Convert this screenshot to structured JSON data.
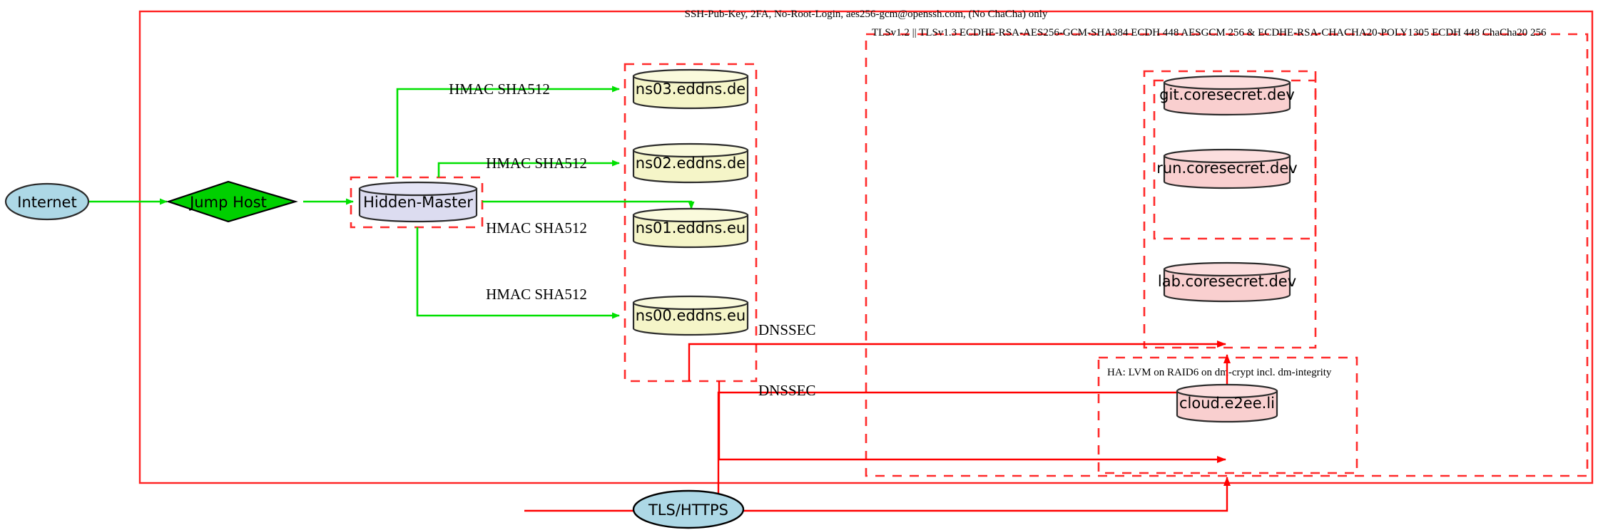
{
  "diagram": {
    "type": "network-security-architecture",
    "background": "#ffffff",
    "colors": {
      "boundary_red": "#ff2222",
      "ssh_edge_green": "#00e000",
      "tls_edge_red": "#ff0000",
      "dns_node_fill": "#f5f5c8",
      "web_node_fill": "#f9cfcf",
      "endpoint_fill": "#add8e6",
      "jumphost_fill": "#00d000"
    },
    "clusters": [
      {
        "id": "ssh-boundary",
        "label": "SSH-Pub-Key, 2FA, No-Root-Login, aes256-gcm@openssh.com, (No ChaCha) only",
        "style": "solid"
      },
      {
        "id": "tls-boundary",
        "label": "TLSv1.2 || TLSv1.3 ECDHE-RSA-AES256-GCM-SHA384 ECDH 448 AESGCM 256 & ECDHE-RSA-CHACHA20-POLY1305 ECDH 448 ChaCha20 256",
        "style": "dashed"
      },
      {
        "id": "ha-boundary",
        "label": "HA: LVM on RAID6 on dm-crypt incl. dm-integrity",
        "style": "dashed"
      },
      {
        "id": "hidden-master-group",
        "label": "",
        "style": "dashed"
      },
      {
        "id": "dns-slaves-group",
        "label": "",
        "style": "dashed"
      },
      {
        "id": "coresecret-group",
        "label": "",
        "style": "dashed"
      },
      {
        "id": "git-run-group",
        "label": "",
        "style": "dashed"
      }
    ],
    "nodes": [
      {
        "id": "internet",
        "label": "Internet",
        "shape": "ellipse",
        "fill": "#add8e6"
      },
      {
        "id": "jumphost",
        "label": "Jump Host",
        "shape": "diamond",
        "fill": "#00d000"
      },
      {
        "id": "hidden-master",
        "label": "Hidden-Master",
        "shape": "cylinder",
        "fill": "#dcdcf0"
      },
      {
        "id": "ns03",
        "label": "ns03.eddns.de",
        "shape": "cylinder",
        "fill": "#f5f5c8"
      },
      {
        "id": "ns02",
        "label": "ns02.eddns.de",
        "shape": "cylinder",
        "fill": "#f5f5c8"
      },
      {
        "id": "ns01",
        "label": "ns01.eddns.eu",
        "shape": "cylinder",
        "fill": "#f5f5c8"
      },
      {
        "id": "ns00",
        "label": "ns00.eddns.eu",
        "shape": "cylinder",
        "fill": "#f5f5c8"
      },
      {
        "id": "git",
        "label": "git.coresecret.dev",
        "shape": "cylinder",
        "fill": "#f9cfcf"
      },
      {
        "id": "run",
        "label": "run.coresecret.dev",
        "shape": "cylinder",
        "fill": "#f9cfcf"
      },
      {
        "id": "lab",
        "label": "lab.coresecret.dev",
        "shape": "cylinder",
        "fill": "#f9cfcf"
      },
      {
        "id": "cloud",
        "label": "cloud.e2ee.li",
        "shape": "cylinder",
        "fill": "#f9cfcf"
      },
      {
        "id": "tls-https",
        "label": "TLS/HTTPS",
        "shape": "ellipse",
        "fill": "#add8e6"
      }
    ],
    "edges": [
      {
        "from": "internet",
        "to": "jumphost",
        "label": "",
        "color": "green"
      },
      {
        "from": "jumphost",
        "to": "hidden-master",
        "label": "",
        "color": "green"
      },
      {
        "from": "hidden-master",
        "to": "ns03",
        "label": "HMAC SHA512",
        "color": "green"
      },
      {
        "from": "hidden-master",
        "to": "ns02",
        "label": "HMAC SHA512",
        "color": "green"
      },
      {
        "from": "hidden-master",
        "to": "ns01",
        "label": "HMAC SHA512",
        "color": "green"
      },
      {
        "from": "hidden-master",
        "to": "ns00",
        "label": "HMAC SHA512",
        "color": "green"
      },
      {
        "from": "ns-cluster",
        "to": "coresecret",
        "label": "DNSSEC",
        "color": "red"
      },
      {
        "from": "ns-cluster",
        "to": "ha-cluster",
        "label": "DNSSEC",
        "color": "red"
      },
      {
        "from": "tls-https",
        "to": "coresecret",
        "label": "",
        "color": "red"
      },
      {
        "from": "tls-https",
        "to": "ha-cluster",
        "label": "",
        "color": "red"
      }
    ],
    "edge_labels": {
      "hmac": "HMAC SHA512",
      "dnssec": "DNSSEC"
    }
  }
}
